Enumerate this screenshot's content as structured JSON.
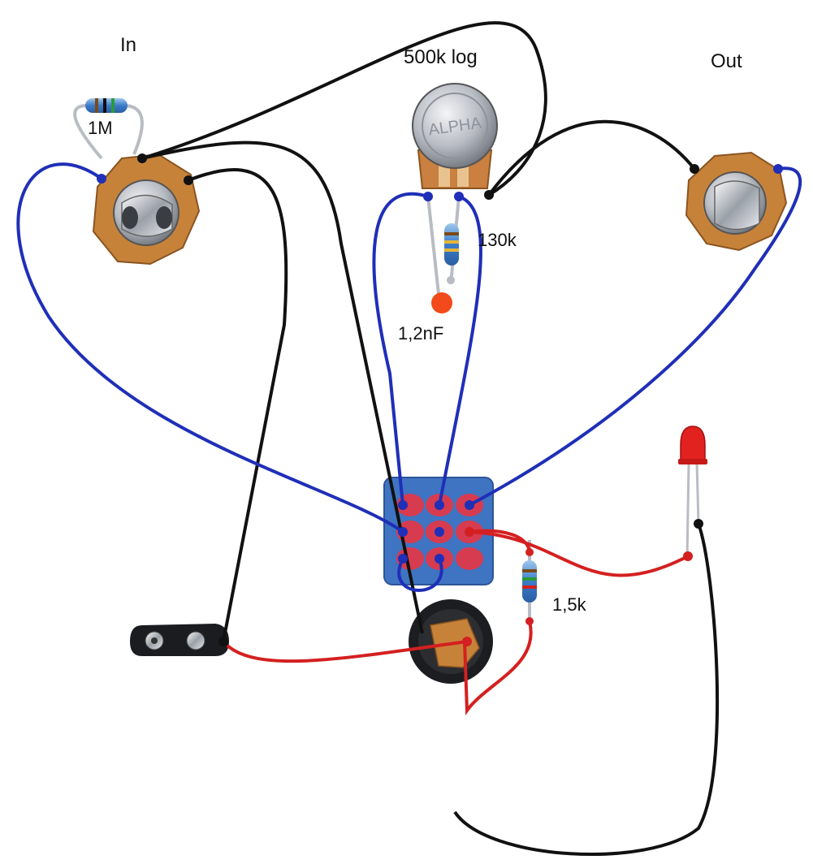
{
  "labels": {
    "in": "In",
    "pot": "500k log",
    "out": "Out",
    "r_input": "1M",
    "r_tone": "130k",
    "cap": "1,2nF",
    "r_led": "1,5k"
  },
  "components": [
    {
      "kind": "input-jack",
      "label_key": "in"
    },
    {
      "kind": "potentiometer",
      "label_key": "pot",
      "markings": "ALPHA"
    },
    {
      "kind": "output-jack",
      "label_key": "out"
    },
    {
      "kind": "resistor",
      "label_key": "r_input"
    },
    {
      "kind": "resistor",
      "label_key": "r_tone"
    },
    {
      "kind": "capacitor",
      "label_key": "cap"
    },
    {
      "kind": "resistor",
      "label_key": "r_led"
    },
    {
      "kind": "3pdt-footswitch-board"
    },
    {
      "kind": "led",
      "color": "red"
    },
    {
      "kind": "9v-battery-clip"
    },
    {
      "kind": "dc-power-jack"
    }
  ],
  "wire_colors": {
    "signal": "#1f2fb8",
    "ground": "#111111",
    "power": "#d42020",
    "lead": "#b9bcc4"
  },
  "pot_markings": "ALPHA"
}
